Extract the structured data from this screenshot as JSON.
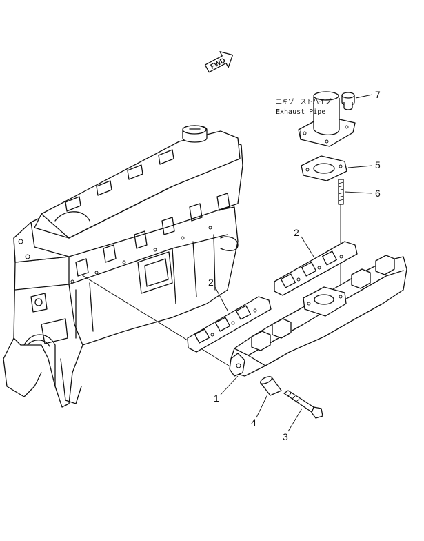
{
  "direction_badge": {
    "text": "FWD"
  },
  "exhaust_pipe_label": {
    "japanese": "エキゾーストパイプ",
    "english": "Exhaust Pipe"
  },
  "callouts": [
    {
      "id": "manifold",
      "number": "1"
    },
    {
      "id": "gasket-rear",
      "number": "2"
    },
    {
      "id": "gasket-front",
      "number": "2"
    },
    {
      "id": "bolt",
      "number": "3"
    },
    {
      "id": "sleeve",
      "number": "4"
    },
    {
      "id": "pipe-gasket",
      "number": "5"
    },
    {
      "id": "stud",
      "number": "6"
    },
    {
      "id": "nut",
      "number": "7"
    }
  ]
}
